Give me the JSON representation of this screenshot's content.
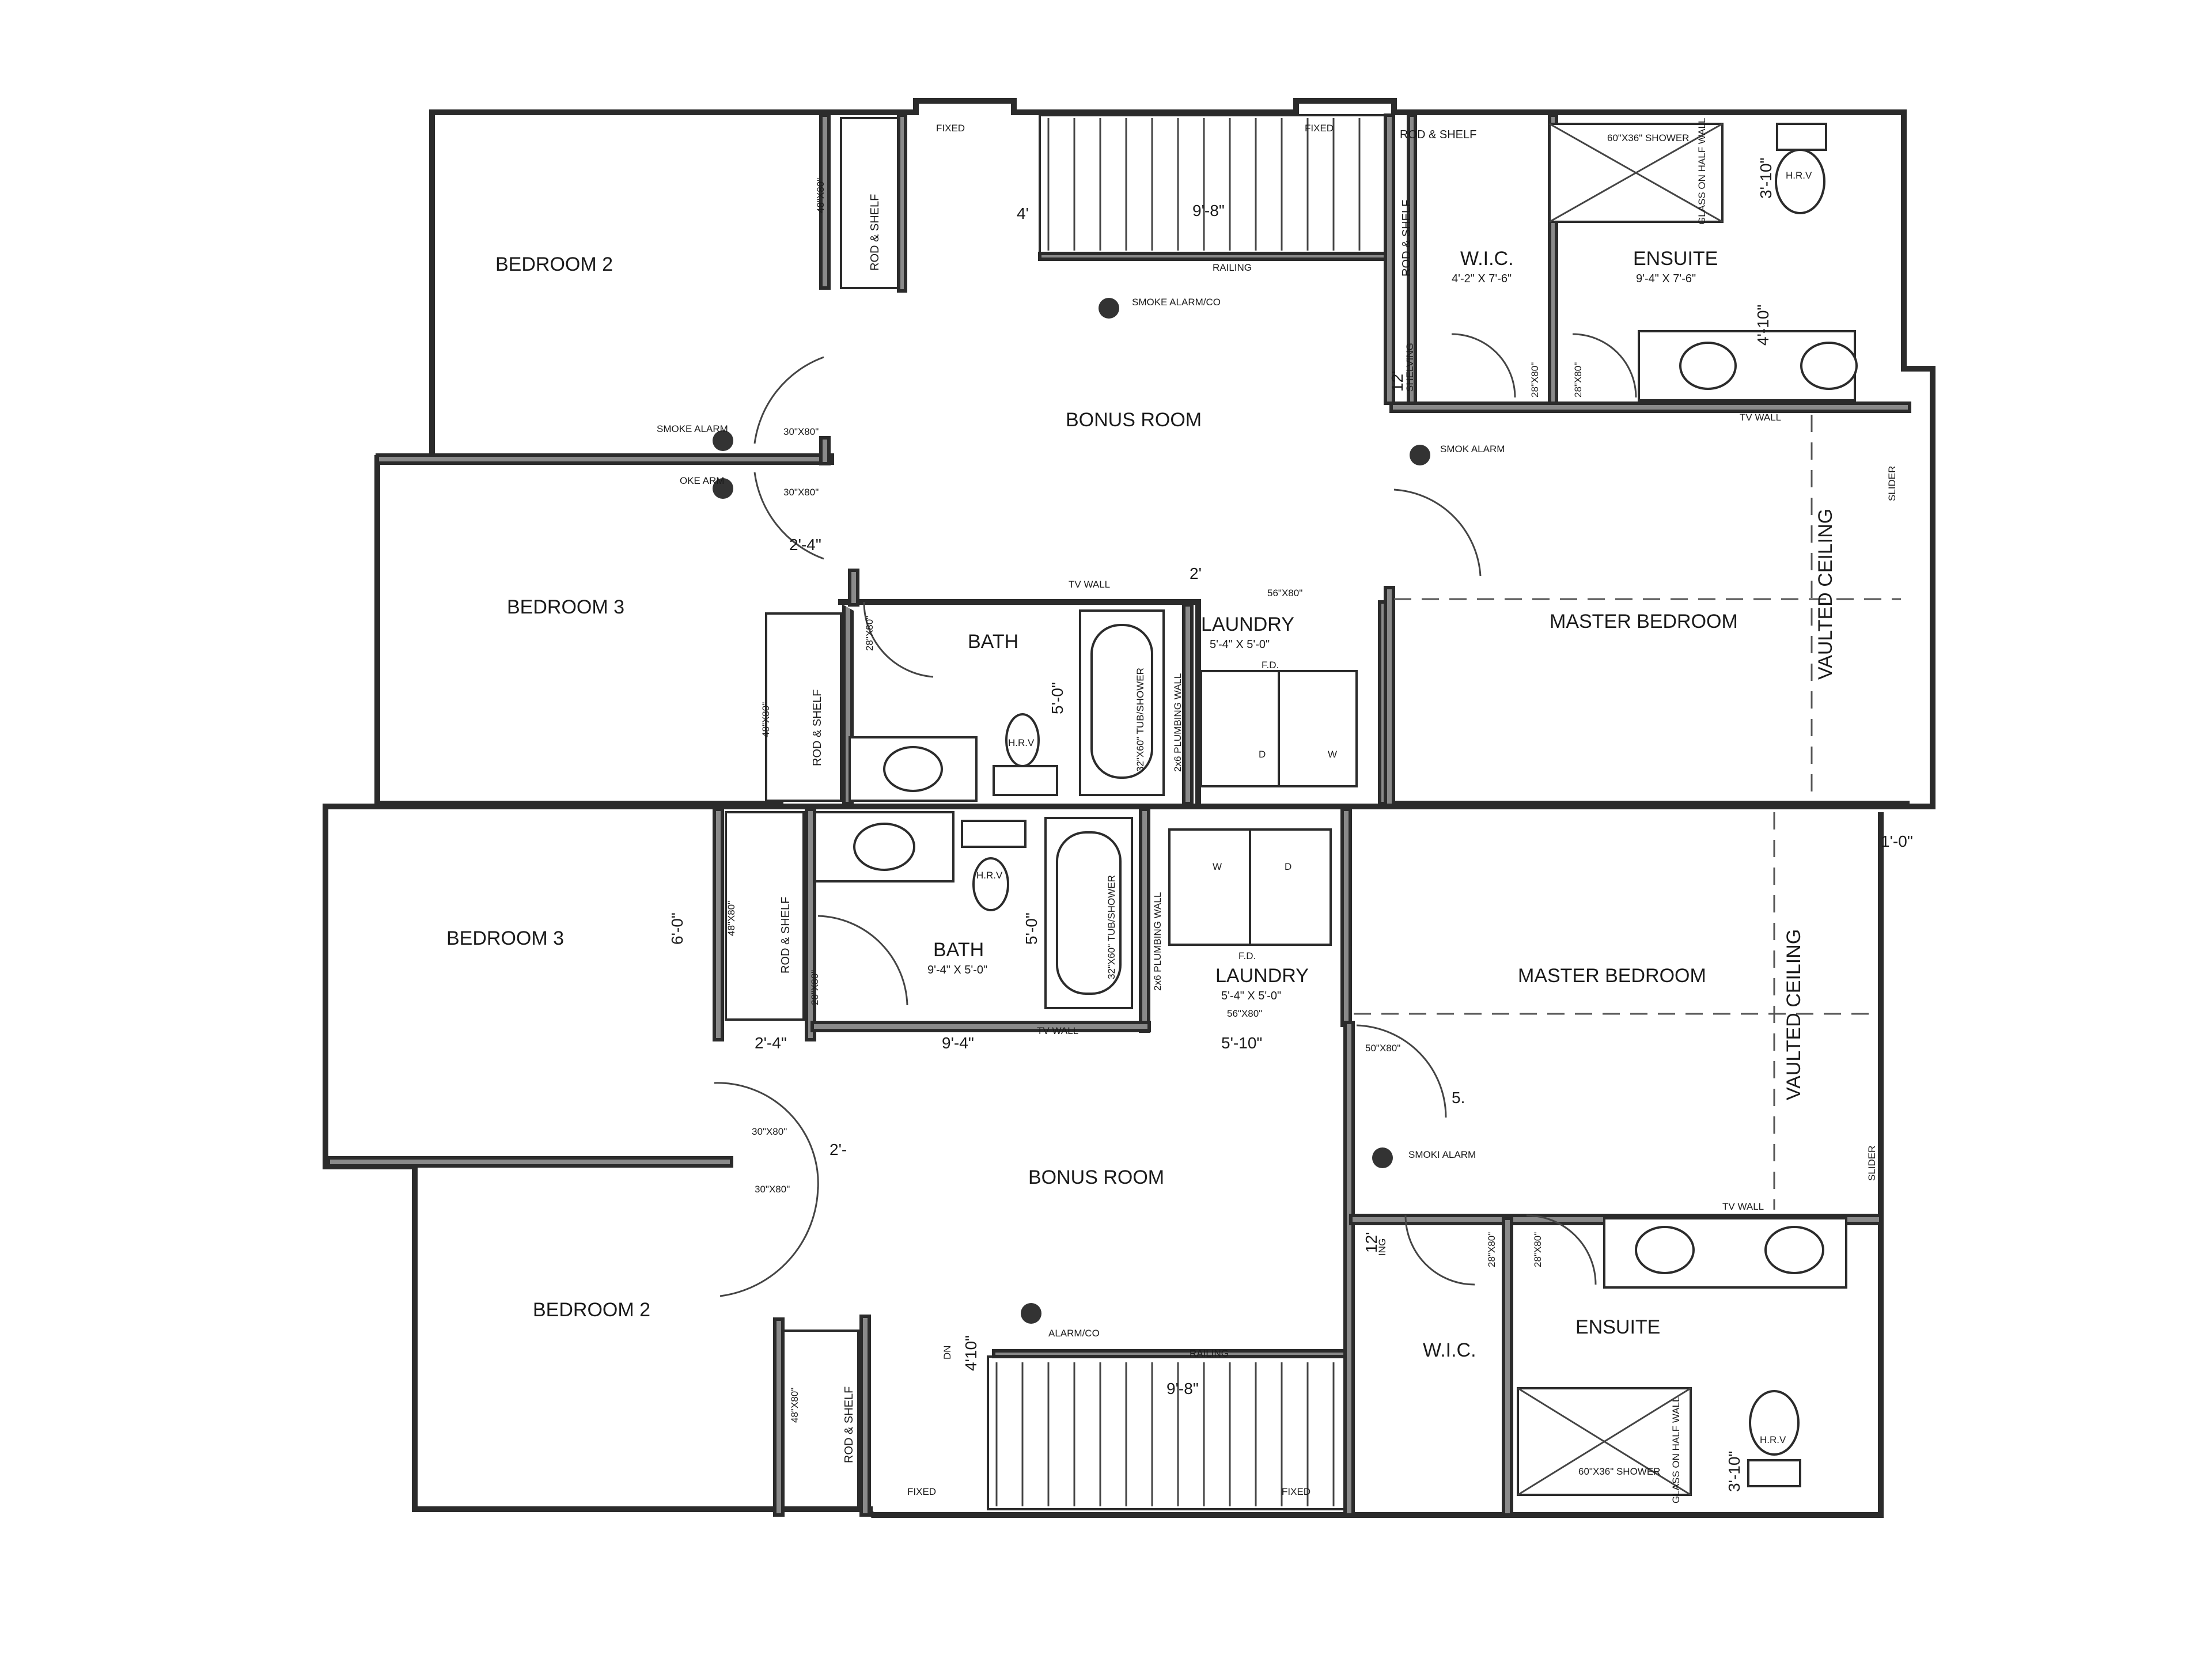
{
  "unit_a": {
    "rooms": {
      "bedroom2": "BEDROOM 2",
      "bedroom3": "BEDROOM 3",
      "bonus": "BONUS ROOM",
      "bath": "BATH",
      "laundry": "LAUNDRY",
      "laundry_size": "5'-4\" X 5'-0\"",
      "master": "MASTER BEDROOM",
      "wic": "W.I.C.",
      "wic_size": "4'-2\" X 7'-6\"",
      "ensuite": "ENSUITE",
      "ensuite_size": "9'-4\" X 7'-6\""
    },
    "labels": {
      "rod_shelf": "ROD & SHELF",
      "railing": "RAILING",
      "smoke_co": "SMOKE ALARM/CO",
      "smoke_alarm": "SMOKE ALARM",
      "smoke_alarm_partial": "OKE ARM",
      "smok_alarm": "SMOK ALARM",
      "fixed": "FIXED",
      "shower": "60\"X36\" SHOWER",
      "glass_half_wall": "GLASS ON HALF WALL",
      "hrv": "H.R.V",
      "tv_wall": "TV WALL",
      "vaulted": "VAULTED CEILING",
      "slider": "SLIDER",
      "tub": "32\"X60\" TUB/SHOWER",
      "plumbing": "2x6 PLUMBING WALL",
      "fd": "F.D.",
      "dryer": "D",
      "washer": "W",
      "shelving": "SHELVING",
      "door_48x80": "48\"X80\"",
      "door_30x80": "30\"X80\"",
      "door_28x80": "28\"X80\"",
      "door_56x80": "56\"X80\""
    },
    "dims": {
      "stair_w": "9'-8\"",
      "d_2_4": "2'-4\"",
      "d_5_0": "5'-0\"",
      "d_3_10": "3'-10\"",
      "d_4_10": "4'-10\"",
      "d_4": "4'",
      "d_12": "12'",
      "d_2": "2'"
    }
  },
  "unit_b": {
    "rooms": {
      "bedroom3": "BEDROOM 3",
      "bedroom2": "BEDROOM 2",
      "bonus": "BONUS ROOM",
      "bath": "BATH",
      "bath_size": "9'-4\" X 5'-0\"",
      "laundry": "LAUNDRY",
      "laundry_size": "5'-4\" X 5'-0\"",
      "master": "MASTER BEDROOM",
      "wic": "W.I.C.",
      "ensuite": "ENSUITE"
    },
    "labels": {
      "rod_shelf": "ROD & SHELF",
      "railing": "RAILING",
      "alarm_co": "ALARM/CO",
      "smoki_alarm": "SMOKI ALARM",
      "fixed": "FIXED",
      "shower": "60\"X36\" SHOWER",
      "glass_half_wall": "GLASS ON HALF WALL",
      "hrv": "H.R.V",
      "tv_wall": "TV WALL",
      "vaulted": "VAULTED CEILING",
      "slider": "SLIDER",
      "tub": "32\"X60\" TUB/SHOWER",
      "plumbing": "2x6 PLUMBING WALL",
      "fd": "F.D.",
      "dryer": "D",
      "washer": "W",
      "dn": "DN",
      "ing": "ING",
      "door_48x80": "48\"X80\"",
      "door_30x80": "30\"X80\"",
      "door_28x80": "28\"X80\"",
      "door_56x80": "56\"X80\"",
      "door_50x80": "50\"X80\""
    },
    "dims": {
      "stair_w": "9'-8\"",
      "d_6_0": "6'-0\"",
      "d_2_4": "2'-4\"",
      "d_9_4": "9'-4\"",
      "d_5_0": "5'-0\"",
      "d_5_10": "5'-10\"",
      "d_3_10": "3'-10\"",
      "d_4_10": "4'10\"",
      "d_1_0": "1'-0\"",
      "d_12": "12'",
      "d_2": "2'-",
      "d_5": "5."
    }
  }
}
